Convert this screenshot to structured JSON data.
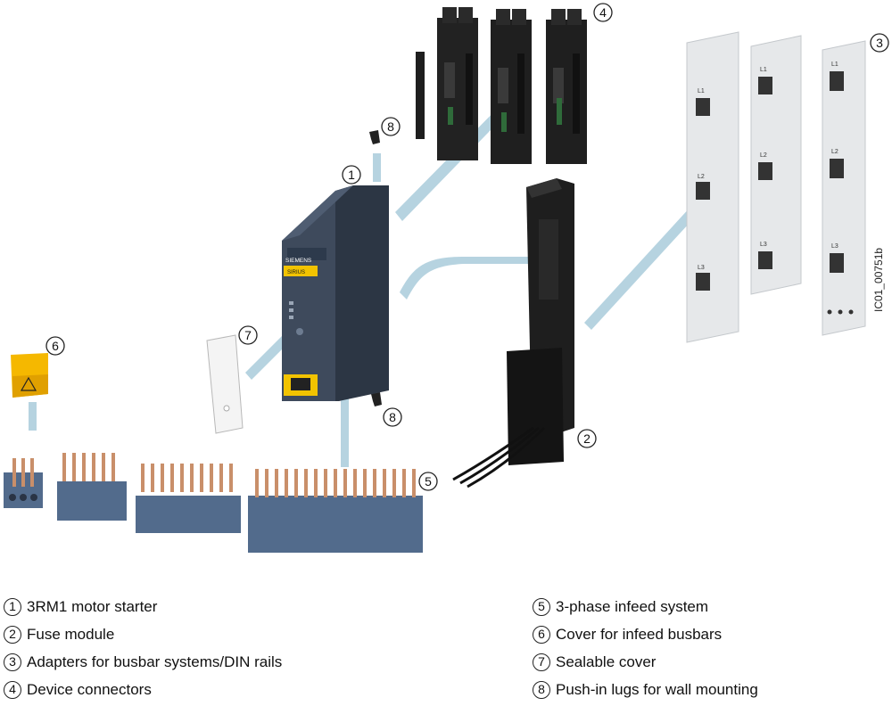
{
  "diagram": {
    "reference_code": "IC01_00751b",
    "device_labels": {
      "brand": "SIEMENS",
      "product": "SIRIUS"
    },
    "busbar_labels": [
      "L1",
      "L2",
      "L3"
    ],
    "legend": [
      {
        "num": "1",
        "text": "3RM1 motor starter"
      },
      {
        "num": "2",
        "text": "Fuse module"
      },
      {
        "num": "3",
        "text": "Adapters for busbar systems/DIN rails"
      },
      {
        "num": "4",
        "text": "Device connectors"
      },
      {
        "num": "5",
        "text": "3-phase infeed system"
      },
      {
        "num": "6",
        "text": "Cover for infeed busbars"
      },
      {
        "num": "7",
        "text": "Sealable cover"
      },
      {
        "num": "8",
        "text": "Push-in lugs for wall mounting"
      }
    ],
    "colors": {
      "starter_body": "#3e4a5c",
      "starter_yellow": "#f2c300",
      "busbar_blue": "#526b8c",
      "connector_black": "#1e1e1e",
      "adapter_grey": "#e6e8ea",
      "guide_line": "#b6d3e0",
      "cover_yellow": "#f5b800"
    }
  }
}
